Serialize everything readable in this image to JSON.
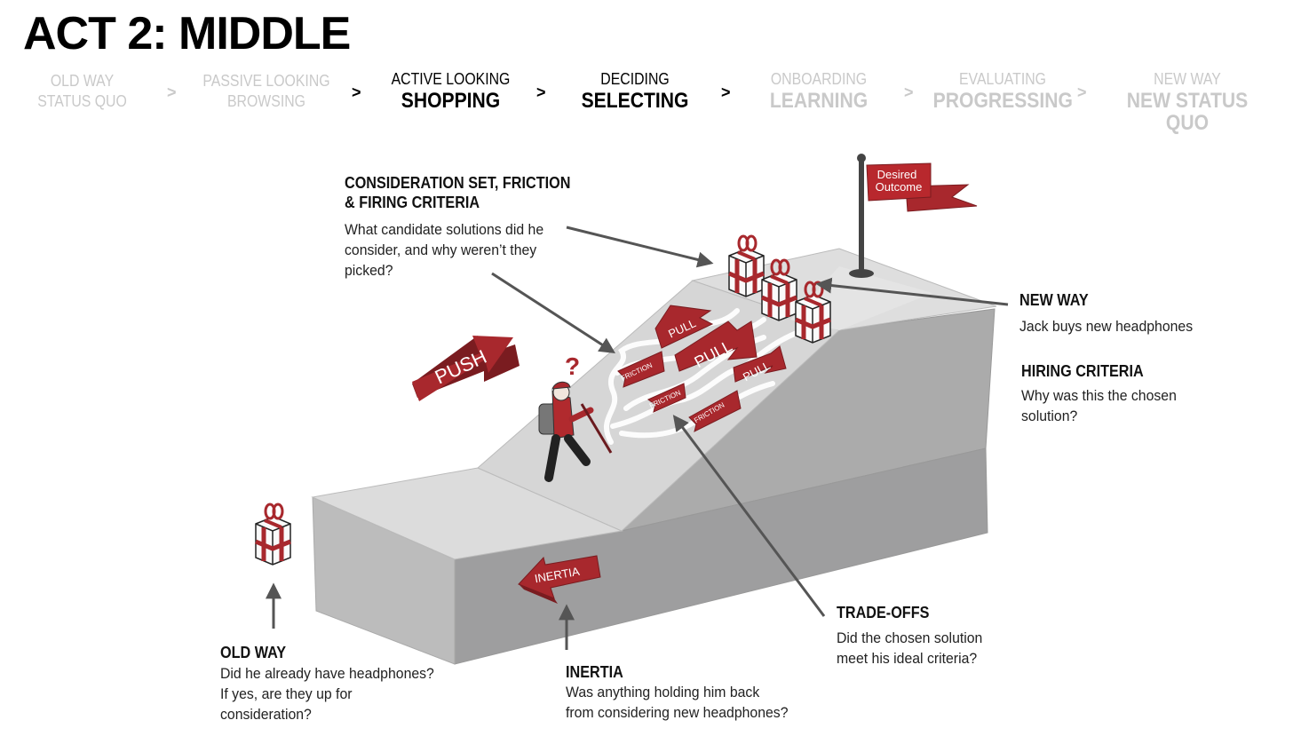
{
  "title": "ACT 2: MIDDLE",
  "stages": [
    {
      "line1": "OLD WAY",
      "line2": "STATUS QUO"
    },
    {
      "line1": "PASSIVE LOOKING",
      "line2": "BROWSING"
    },
    {
      "line1": "ACTIVE LOOKING",
      "line2": "SHOPPING"
    },
    {
      "line1": "DECIDING",
      "line2": "SELECTING"
    },
    {
      "line1": "ONBOARDING",
      "line2": "LEARNING"
    },
    {
      "line1": "EVALUATING",
      "line2": "PROGRESSING"
    },
    {
      "line1": "NEW WAY",
      "line2": "NEW STATUS QUO"
    }
  ],
  "separator": ">",
  "colors": {
    "accent_red": "#a8282d",
    "dim_text": "#c9c9c9",
    "ground_light": "#d9d9d9",
    "ground_dark": "#a9a9aa",
    "arrow_gray": "#555555"
  },
  "diagram": {
    "flag_label_line1": "Desired",
    "flag_label_line2": "Outcome",
    "push": "PUSH",
    "pull": "PULL",
    "friction": "FRICTION",
    "inertia": "INERTIA",
    "question_mark": "?"
  },
  "notes": {
    "consideration": {
      "heading_line1": "CONSIDERATION SET, FRICTION",
      "heading_line2": "& FIRING CRITERIA",
      "body": "What candidate solutions did he\nconsider, and why weren’t they\npicked?"
    },
    "new_way": {
      "heading": "NEW WAY",
      "body": "Jack buys new headphones"
    },
    "hiring": {
      "heading": "HIRING CRITERIA",
      "body": "Why was this the chosen\nsolution?"
    },
    "trade_offs": {
      "heading": "TRADE-OFFS",
      "body": "Did the chosen solution\nmeet his ideal criteria?"
    },
    "old_way": {
      "heading": "OLD WAY",
      "body": "Did he already have headphones?\nIf yes, are they up for\nconsideration?"
    },
    "inertia": {
      "heading": "INERTIA",
      "body": "Was anything holding him back\nfrom considering new headphones?"
    }
  }
}
